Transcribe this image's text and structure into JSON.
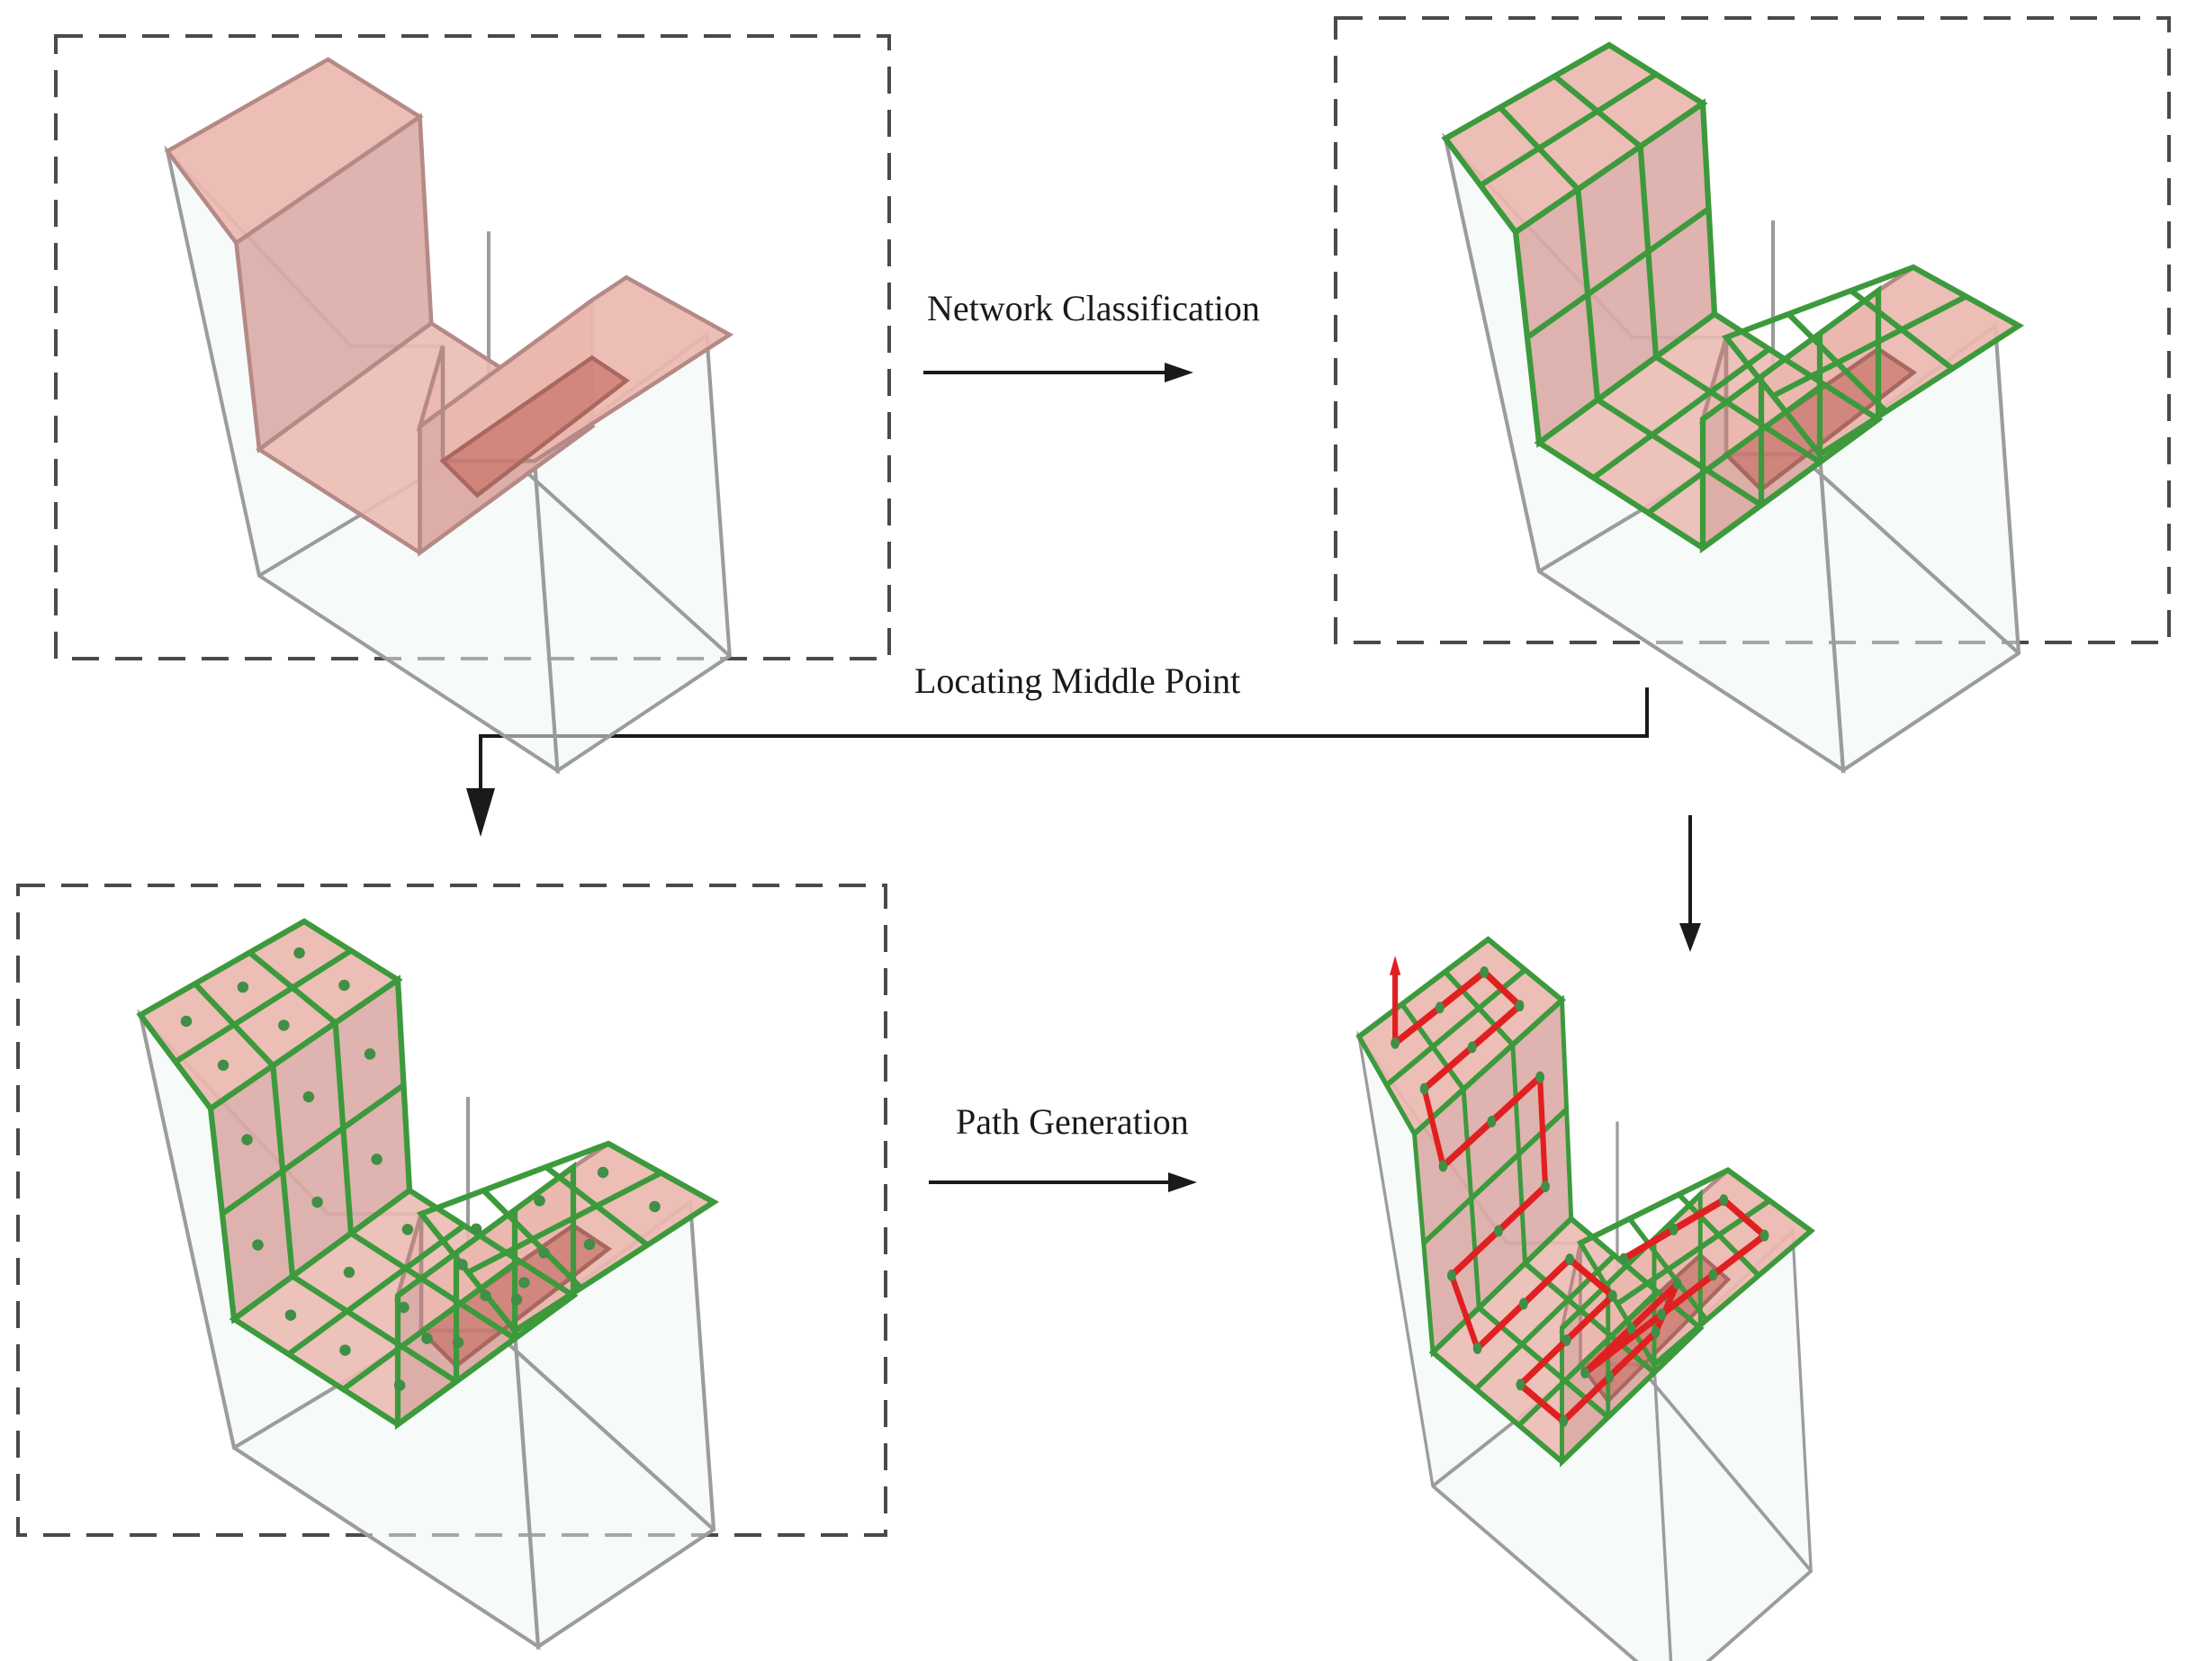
{
  "steps": {
    "classification": "Network Classification",
    "middle_point": "Locating Middle Point",
    "path_generation": "Path Generation"
  },
  "panels": [
    {
      "name": "input-model",
      "meshed": false,
      "middle_points": false,
      "tool_path": false
    },
    {
      "name": "classified-faces",
      "meshed": true,
      "middle_points": false,
      "tool_path": false
    },
    {
      "name": "middle-points",
      "meshed": true,
      "middle_points": true,
      "tool_path": false
    },
    {
      "name": "generated-path",
      "meshed": true,
      "middle_points": true,
      "tool_path": true
    }
  ],
  "colors": {
    "face": "#ecb8b0",
    "highlight_face": "#c9776e",
    "mesh": "#3c9a3c",
    "middle_point": "#3f8f46",
    "tool_path": "#e02020",
    "frame": "#4a4a4a"
  }
}
